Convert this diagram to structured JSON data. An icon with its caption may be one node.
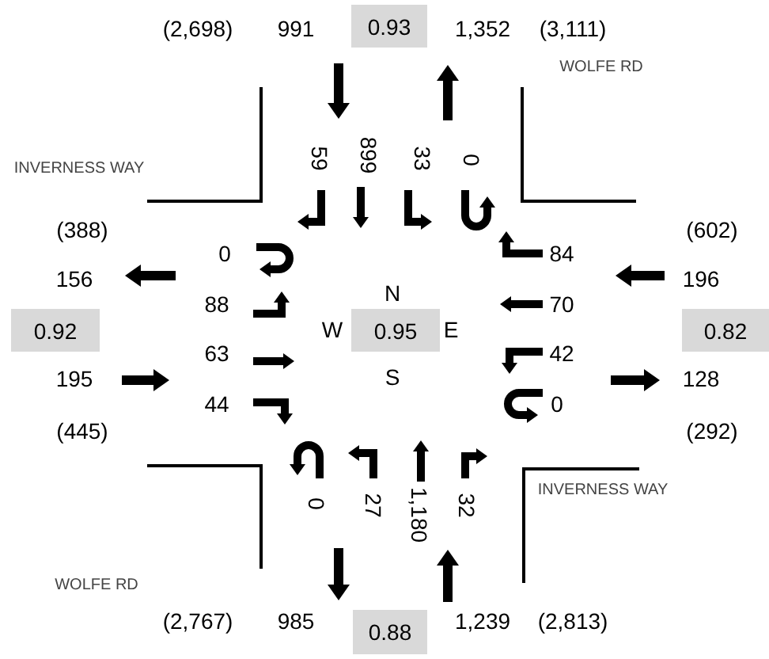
{
  "diagram": {
    "nodes": [
      {
        "text": [
          "0.93"
        ]
      },
      {
        "text": [
          "0.92"
        ]
      },
      {
        "text": [
          "0.95"
        ]
      },
      {
        "text": [
          "0.82"
        ]
      },
      {
        "text": [
          "0.88"
        ]
      }
    ],
    "labels": [
      "(2,698)",
      "991",
      "1,352",
      "(3,111)",
      "WOLFE RD",
      "INVERNESS WAY",
      "59",
      "899",
      "33",
      "0",
      "(388)",
      "(602)",
      "0",
      "84",
      "156",
      "196",
      "88",
      "N",
      "70",
      "W",
      "E",
      "63",
      "42",
      "195",
      "S",
      "128",
      "44",
      "0",
      "(445)",
      "(292)",
      "0",
      "27",
      "1,180",
      "32",
      "INVERNESS WAY",
      "WOLFE RD",
      "(2,767)",
      "985",
      "1,239",
      "(2,813)"
    ]
  }
}
